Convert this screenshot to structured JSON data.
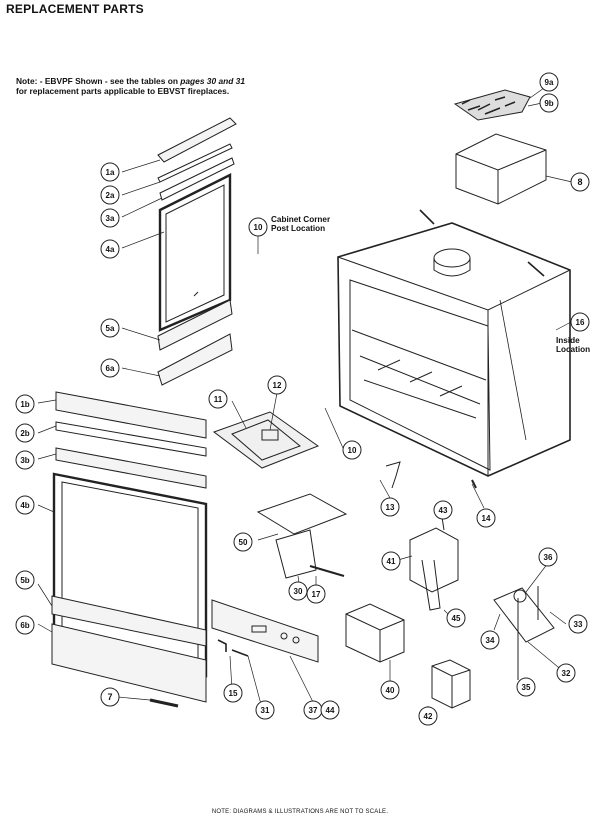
{
  "title": "REPLACEMENT PARTS",
  "note": {
    "prefix": "Note: - EBVPF Shown - see the tables on ",
    "pages": "pages 30 and 31",
    "suffix": "for replacement parts applicable to EBVST fireplaces."
  },
  "labels": {
    "cabinet_corner": "Cabinet Corner",
    "post_location": "Post Location",
    "inside": "Inside",
    "location": "Location"
  },
  "callouts": [
    "9a",
    "9b",
    "8",
    "1a",
    "2a",
    "3a",
    "4a",
    "10",
    "5a",
    "6a",
    "16",
    "1b",
    "11",
    "12",
    "2b",
    "3b",
    "10",
    "13",
    "14",
    "4b",
    "43",
    "50",
    "36",
    "41",
    "5b",
    "30",
    "17",
    "33",
    "6b",
    "45",
    "34",
    "32",
    "40",
    "7",
    "15",
    "31",
    "37",
    "44",
    "42",
    "35"
  ],
  "footer": "NOTE: DIAGRAMS & ILLUSTRATIONS ARE NOT TO SCALE."
}
